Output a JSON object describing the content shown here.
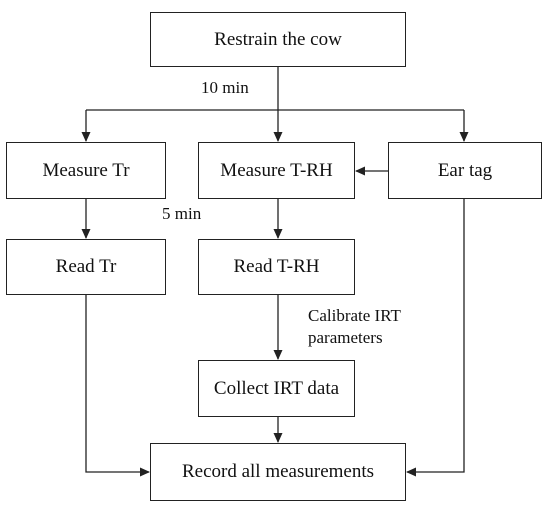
{
  "diagram": {
    "nodes": {
      "restrain": "Restrain the cow",
      "measure_tr": "Measure Tr",
      "measure_trh": "Measure T-RH",
      "ear_tag": "Ear tag",
      "read_tr": "Read Tr",
      "read_trh": "Read T-RH",
      "collect_irt": "Collect IRT data",
      "record_all": "Record all measurements"
    },
    "edge_labels": {
      "ten_min": "10 min",
      "five_min": "5 min",
      "calibrate_line1": "Calibrate IRT",
      "calibrate_line2": "parameters"
    },
    "edges": [
      {
        "from": "restrain",
        "to": "measure_tr"
      },
      {
        "from": "restrain",
        "to": "measure_trh"
      },
      {
        "from": "restrain",
        "to": "ear_tag"
      },
      {
        "from": "ear_tag",
        "to": "measure_trh"
      },
      {
        "from": "measure_tr",
        "to": "read_tr"
      },
      {
        "from": "measure_trh",
        "to": "read_trh"
      },
      {
        "from": "read_trh",
        "to": "collect_irt"
      },
      {
        "from": "read_tr",
        "to": "record_all"
      },
      {
        "from": "collect_irt",
        "to": "record_all"
      },
      {
        "from": "ear_tag",
        "to": "record_all"
      }
    ],
    "line_color": "#222222"
  }
}
